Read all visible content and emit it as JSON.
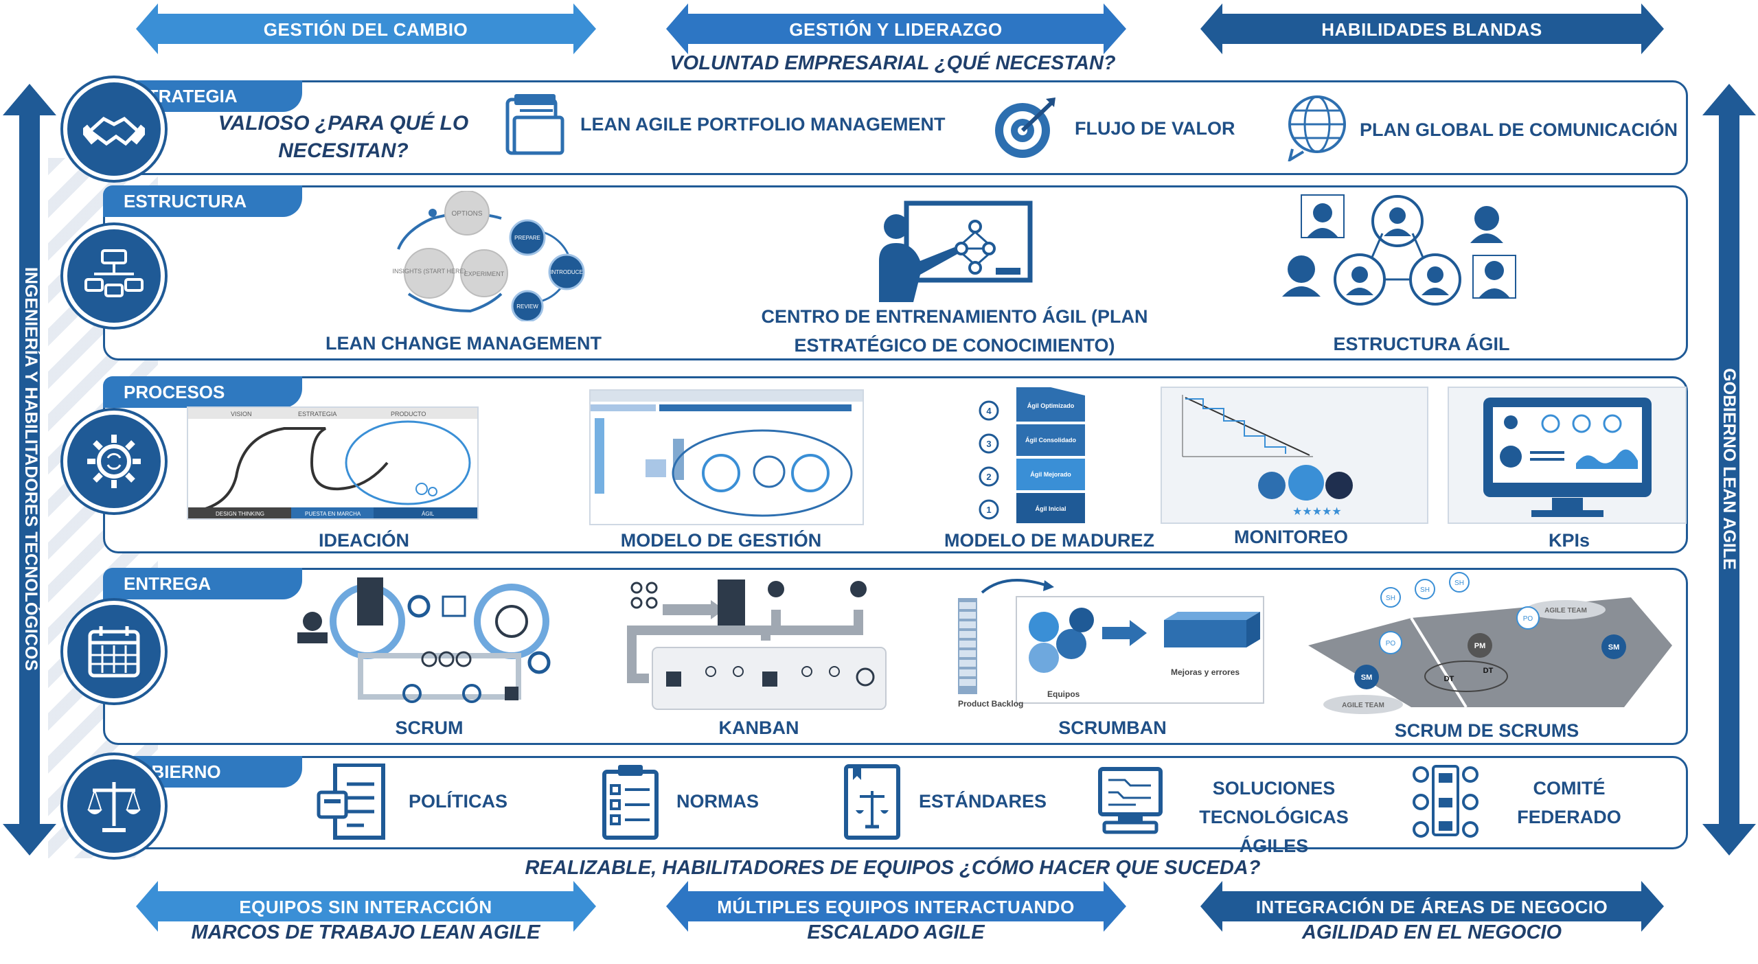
{
  "top_arrows": [
    {
      "label": "GESTIÓN DEL CAMBIO",
      "color": "#3a8fd6"
    },
    {
      "label": "GESTIÓN Y LIDERAZGO",
      "color": "#2d76c4"
    },
    {
      "label": "HABILIDADES BLANDAS",
      "color": "#1f5a96"
    }
  ],
  "top_subtitle": "VOLUNTAD EMPRESARIAL ¿QUÉ NECESTAN?",
  "left_axis": "INGENIERÍA Y HABILITADORES TECNOLÓGICOS",
  "right_axis": "GOBIERNO LEAN AGILE",
  "bands": {
    "estrategia": {
      "tab": "ESTRATEGIA",
      "question": "VALIOSO ¿PARA QUÉ LO NECESITAN?",
      "items": [
        "LEAN AGILE PORTFOLIO MANAGEMENT",
        "FLUJO DE VALOR",
        "PLAN GLOBAL DE COMUNICACIÓN"
      ]
    },
    "estructura": {
      "tab": "ESTRUCTURA",
      "items": [
        "LEAN CHANGE MANAGEMENT",
        "CENTRO DE ENTRENAMIENTO ÁGIL (PLAN ESTRATÉGICO DE CONOCIMIENTO)",
        "ESTRUCTURA ÁGIL"
      ],
      "cycle_nodes": [
        "OPTIONS",
        "INSIGHTS (START HERE)",
        "EXPERIMENT",
        "PREPARE",
        "INTRODUCE",
        "REVIEW"
      ]
    },
    "procesos": {
      "tab": "PROCESOS",
      "items": [
        "IDEACIÓN",
        "MODELO DE GESTIÓN",
        "MODELO DE MADUREZ",
        "MONITOREO",
        "KPIs"
      ],
      "ideation_headers": [
        "VISION",
        "ESTRATEGIA",
        "PRODUCTO"
      ],
      "ideation_footers": [
        "DESIGN THINKING",
        "PUESTA EN MARCHA",
        "ÁGIL"
      ],
      "maturity_levels": [
        {
          "num": "4",
          "label": "Ágil Optimizado"
        },
        {
          "num": "3",
          "label": "Ágil Consolidado"
        },
        {
          "num": "2",
          "label": "Ágil Mejorado"
        },
        {
          "num": "1",
          "label": "Ágil Inicial"
        }
      ]
    },
    "entrega": {
      "tab": "ENTREGA",
      "items": [
        "SCRUM",
        "KANBAN",
        "SCRUMBAN",
        "SCRUM DE SCRUMS"
      ],
      "scrumban_labels": [
        "Product Backlog",
        "Equipos",
        "Mejoras y errores"
      ],
      "sos_nodes": [
        "SH",
        "SH",
        "SH",
        "PO",
        "PO",
        "PM",
        "SM",
        "SM",
        "DT",
        "DT"
      ],
      "sos_team_labels": [
        "AGILE TEAM",
        "AGILE TEAM"
      ]
    },
    "gobierno": {
      "tab": "GOBIERNO",
      "items": [
        "POLÍTICAS",
        "NORMAS",
        "ESTÁNDARES",
        "SOLUCIONES TECNOLÓGICAS ÁGILES",
        "COMITÉ FEDERADO"
      ]
    }
  },
  "bottom_subtitle": "REALIZABLE, HABILITADORES DE EQUIPOS ¿CÓMO HACER QUE SUCEDA?",
  "bottom_arrows": [
    {
      "label": "EQUIPOS SIN INTERACCIÓN",
      "sub": "MARCOS DE TRABAJO LEAN AGILE",
      "color": "#3a8fd6"
    },
    {
      "label": "MÚLTIPLES EQUIPOS INTERACTUANDO",
      "sub": "ESCALADO AGILE",
      "color": "#2d76c4"
    },
    {
      "label": "INTEGRACIÓN DE ÁREAS DE NEGOCIO",
      "sub": "AGILIDAD EN EL NEGOCIO",
      "color": "#1f5a96"
    }
  ]
}
